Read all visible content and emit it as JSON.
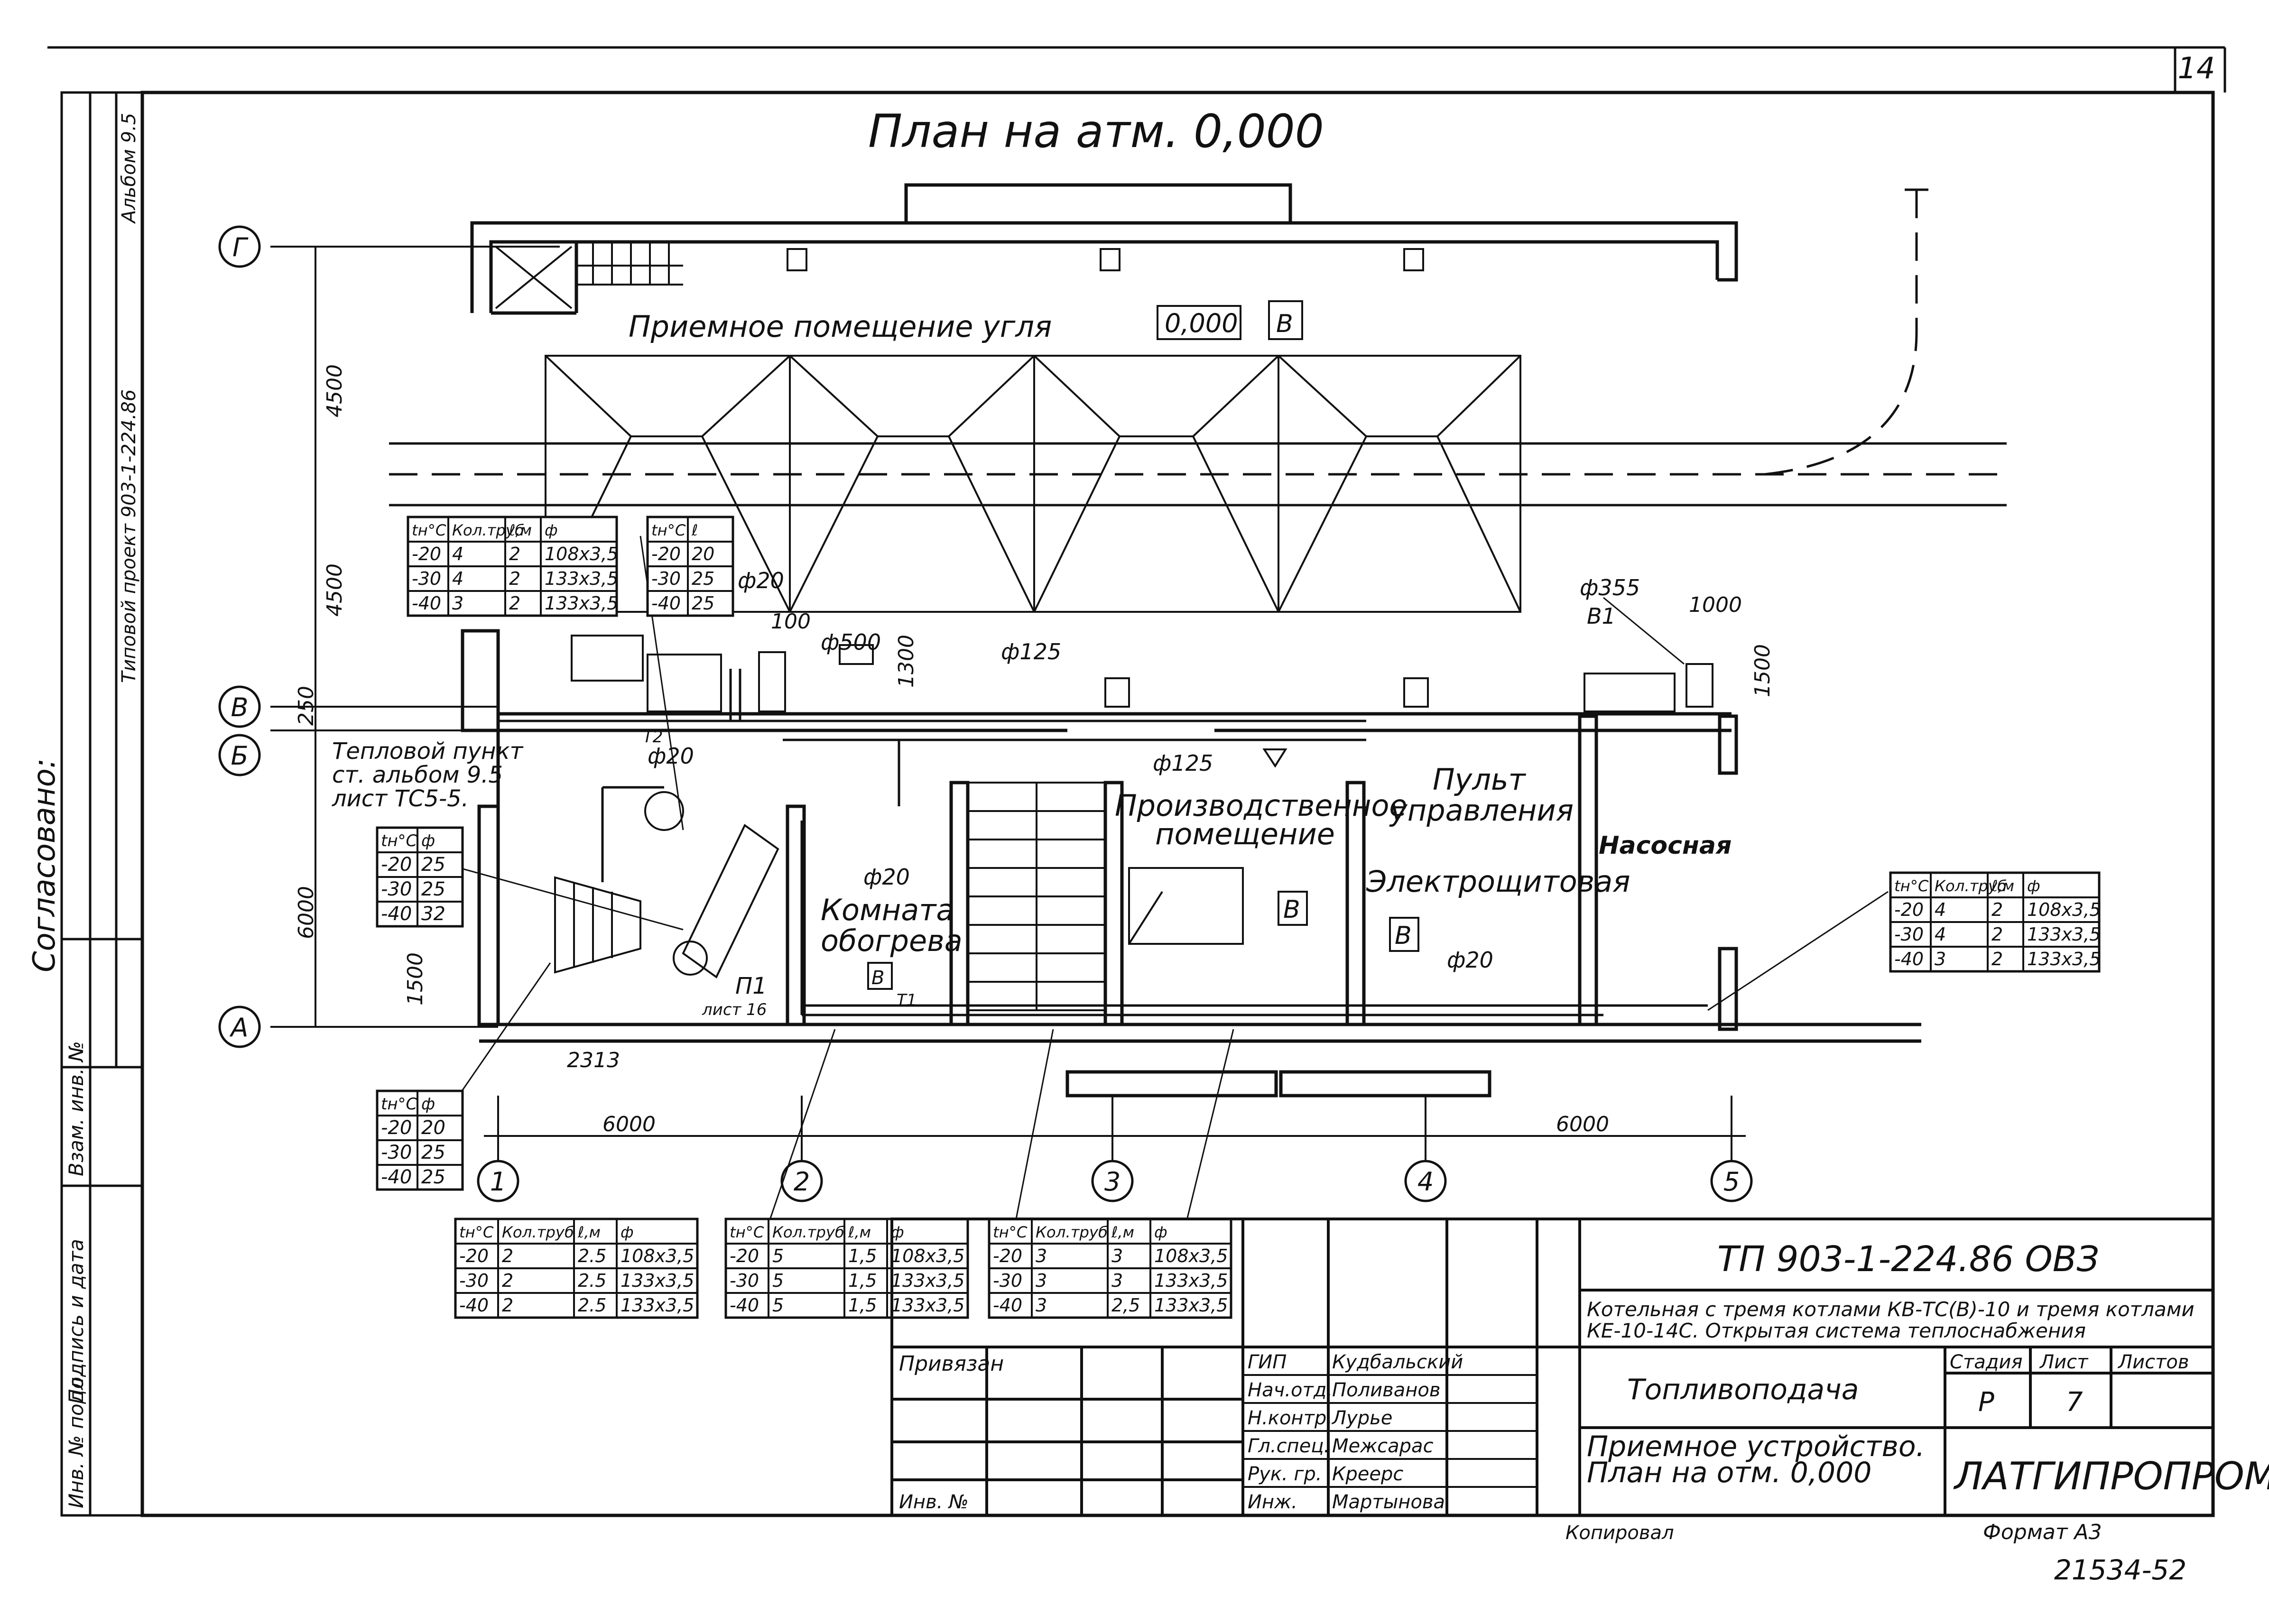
{
  "sheet_number": "14",
  "title": "План на атм. 0,000",
  "axes": {
    "rows": [
      "Г",
      "В",
      "Б",
      "А"
    ],
    "columns": [
      "1",
      "2",
      "3",
      "4",
      "5"
    ]
  },
  "dimensions": {
    "d4500_top": "4500",
    "d4500_mid": "4500",
    "d250": "250",
    "d6000_vert": "6000",
    "d1500": "1500",
    "d2313": "2313",
    "d6000_bottom_left": "6000",
    "d6000_bottom_right": "6000",
    "d100": "100",
    "d1300": "1300",
    "d1000": "1000",
    "d1500_right": "1500"
  },
  "rooms": {
    "coal_receiving": "Приемное помещение угля",
    "level_mark": "0,000",
    "category_b": "В",
    "heat_point_1": "Тепловой пункт",
    "heat_point_2": "ст. альбом 9.5",
    "heat_point_3": "лист ТС5-5.",
    "heating_room_1": "Комната",
    "heating_room_2": "обогрева",
    "production_1": "Производственное",
    "production_2": "помещение",
    "control_1": "Пульт",
    "control_2": "управления",
    "electro": "Электрощитовая",
    "pump": "Насосная",
    "p1": "П1",
    "p1_sheet": "лист 16"
  },
  "pipe_labels": {
    "phi20_top": "ф20",
    "phi500": "ф500",
    "phi125_top": "ф125",
    "phi125_mid": "ф125",
    "phi20_t2": "ф20",
    "phi20_room": "ф20",
    "phi20_right": "ф20",
    "phi355": "ф355",
    "b1": "В1",
    "t2": "Т2",
    "t1": "Т1"
  },
  "tables": {
    "top_left": {
      "header": [
        "tн°С",
        "Кол.труб",
        "ℓ,м",
        "ф"
      ],
      "rows": [
        [
          "-20",
          "4",
          "2",
          "108x3,5"
        ],
        [
          "-30",
          "4",
          "2",
          "133x3,5"
        ],
        [
          "-40",
          "3",
          "2",
          "133x3,5"
        ]
      ]
    },
    "top_small": {
      "header": [
        "tн°С",
        "ℓ"
      ],
      "rows": [
        [
          "-20",
          "20"
        ],
        [
          "-30",
          "25"
        ],
        [
          "-40",
          "25"
        ]
      ]
    },
    "left_mid": {
      "header": [
        "tн°С",
        "ф"
      ],
      "rows": [
        [
          "-20",
          "25"
        ],
        [
          "-30",
          "25"
        ],
        [
          "-40",
          "32"
        ]
      ]
    },
    "left_bottom": {
      "header": [
        "tн°С",
        "ф"
      ],
      "rows": [
        [
          "-20",
          "20"
        ],
        [
          "-30",
          "25"
        ],
        [
          "-40",
          "25"
        ]
      ]
    },
    "right": {
      "header": [
        "tн°С",
        "Кол.труб",
        "ℓ,м",
        "ф"
      ],
      "rows": [
        [
          "-20",
          "4",
          "2",
          "108x3,5"
        ],
        [
          "-30",
          "4",
          "2",
          "133x3,5"
        ],
        [
          "-40",
          "3",
          "2",
          "133x3,5"
        ]
      ]
    },
    "bottom_1": {
      "header": [
        "tн°С",
        "Кол.труб",
        "ℓ,м",
        "ф"
      ],
      "rows": [
        [
          "-20",
          "2",
          "2.5",
          "108x3,5"
        ],
        [
          "-30",
          "2",
          "2.5",
          "133x3,5"
        ],
        [
          "-40",
          "2",
          "2.5",
          "133x3,5"
        ]
      ]
    },
    "bottom_2": {
      "header": [
        "tн°С",
        "Кол.труб",
        "ℓ,м",
        "ф"
      ],
      "rows": [
        [
          "-20",
          "5",
          "1,5",
          "108x3,5"
        ],
        [
          "-30",
          "5",
          "1,5",
          "133x3,5"
        ],
        [
          "-40",
          "5",
          "1,5",
          "133x3,5"
        ]
      ]
    },
    "bottom_3": {
      "header": [
        "tн°С",
        "Кол.труб",
        "ℓ,м",
        "ф"
      ],
      "rows": [
        [
          "-20",
          "3",
          "3",
          "108x3,5"
        ],
        [
          "-30",
          "3",
          "3",
          "133x3,5"
        ],
        [
          "-40",
          "3",
          "2,5",
          "133x3,5"
        ]
      ]
    }
  },
  "left_margin": {
    "agreed": "Согласовано:",
    "inv_no": "Инв. № подл.",
    "sign_date": "Подпись и дата",
    "replace_inv": "Взам. инв. №",
    "album": "Альбом 9.5",
    "project_ref": "Типовой проект 903-1-224.86"
  },
  "title_block": {
    "code": "ТП 903-1-224.86  ОВЗ",
    "description_1": "Котельная с тремя котлами КВ-ТС(В)-10 и тремя котлами",
    "description_2": "КЕ-10-14С. Открытая система теплоснабжения",
    "section": "Топливоподача",
    "drawing_name_1": "Приемное устройство.",
    "drawing_name_2": "План на отм. 0,000",
    "stage_label": "Стадия",
    "sheet_label": "Лист",
    "sheets_label": "Листов",
    "stage": "Р",
    "sheet": "7",
    "organization": "ЛАТГИПРОПРОМ",
    "bound": "Привязан",
    "inv": "Инв. №",
    "roles": [
      "ГИП",
      "Нач.отд.",
      "Н.контр.",
      "Гл.спец.",
      "Рук. гр.",
      "Инж."
    ],
    "names": [
      "Кудбальский",
      "Поливанов",
      "Лурье",
      "Межсарас",
      "Креерс",
      "Мартынова"
    ],
    "copied": "Копировал",
    "format": "Формат А3",
    "archive_no": "21534-52"
  }
}
